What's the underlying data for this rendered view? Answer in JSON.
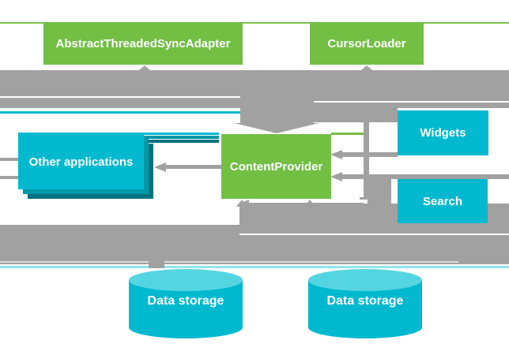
{
  "diagram": {
    "nodes": {
      "sync_adapter": {
        "label": "AbstractThreadedSyncAdapter"
      },
      "cursor_loader": {
        "label": "CursorLoader"
      },
      "content_provider": {
        "label": "ContentProvider"
      },
      "other_apps": {
        "label": "Other applications"
      },
      "widgets": {
        "label": "Widgets"
      },
      "search": {
        "label": "Search"
      },
      "data_storage_left": {
        "label": "Data storage"
      },
      "data_storage_right": {
        "label": "Data storage"
      }
    },
    "colors": {
      "green": "#72BF44",
      "line_green": "#7CC24E",
      "cyan": "#00B9CF",
      "cyan_dark": "#0097A7",
      "cyan_darker": "#00727F",
      "cylinder_top": "#55D5E2",
      "arrow_gray": "#A1A1A1",
      "line_cyan_light": "#8FE5EF",
      "label_text": "#FFFFFF"
    }
  }
}
